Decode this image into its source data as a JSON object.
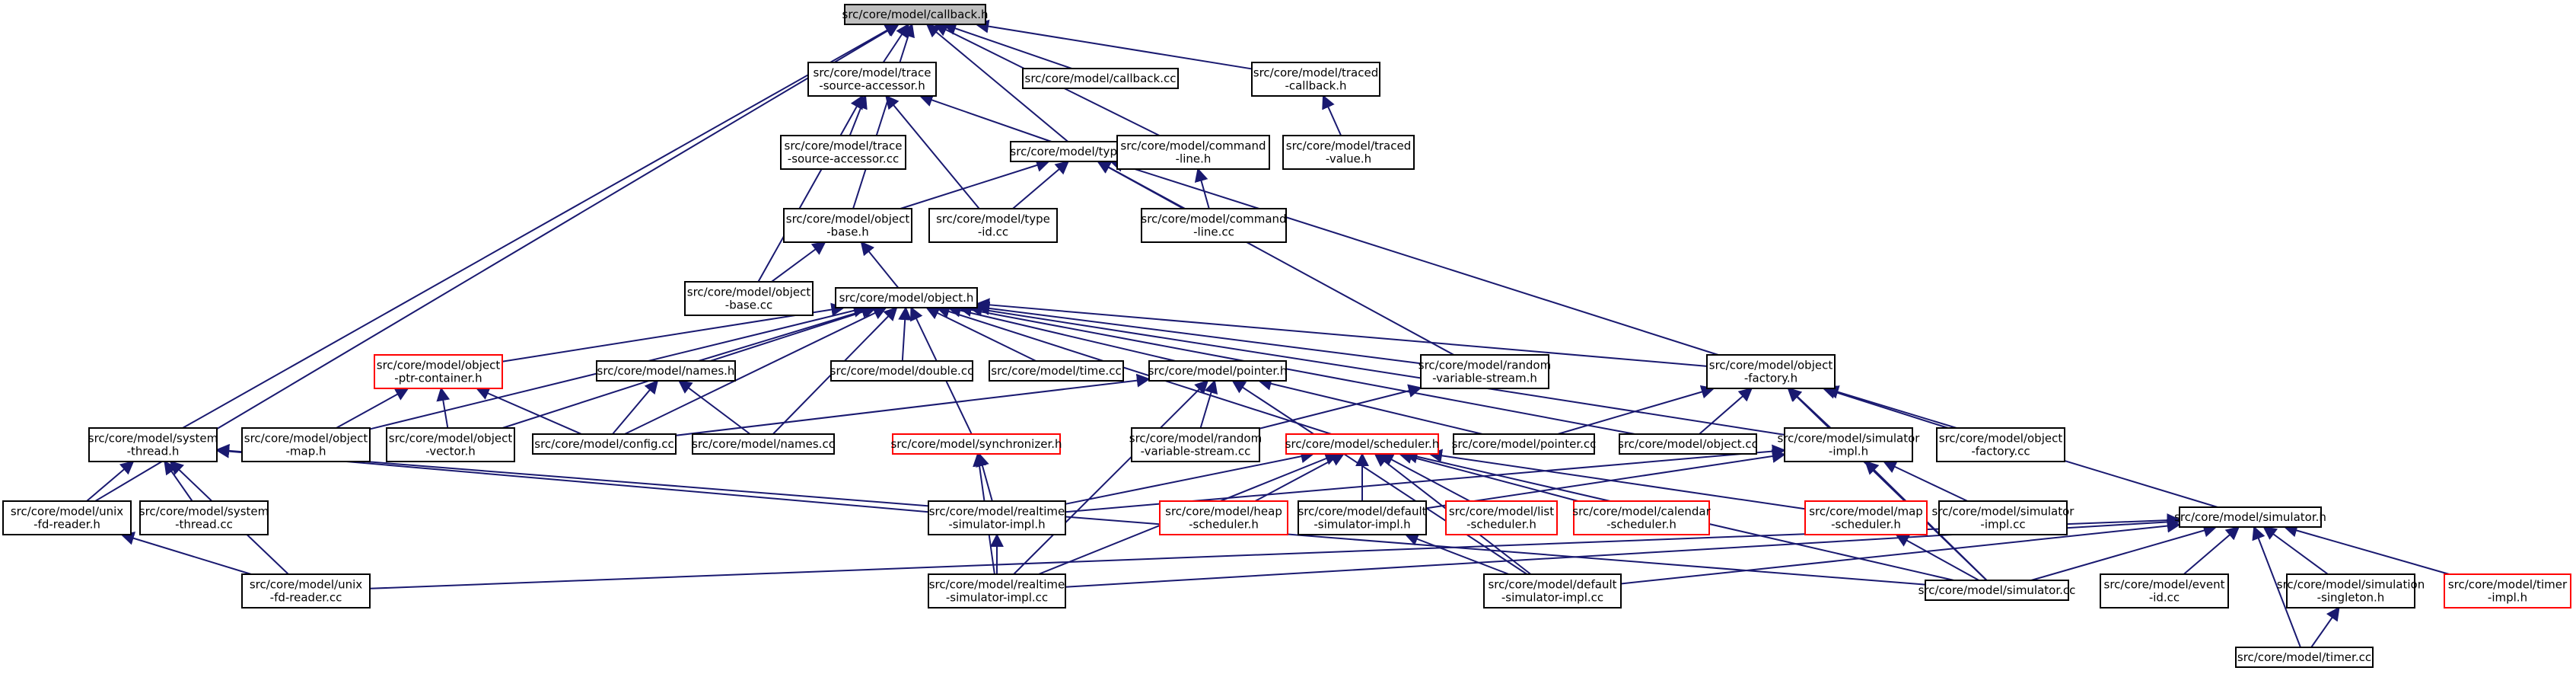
{
  "diagram": {
    "colors": {
      "edge": "#191970",
      "node_border": "#000000",
      "incomplete_node_border": "#ff0000",
      "focus_node_fill": "#bfbfbf",
      "node_fill": "#ffffff"
    },
    "nodes": [
      {
        "id": "callback_h",
        "lines": [
          "src/core/model/callback.h"
        ],
        "focus": true
      },
      {
        "id": "trace_source_accessor_h",
        "lines": [
          "src/core/model/trace",
          "-source-accessor.h"
        ]
      },
      {
        "id": "callback_cc",
        "lines": [
          "src/core/model/callback.cc"
        ]
      },
      {
        "id": "traced_callback_h",
        "lines": [
          "src/core/model/traced",
          "-callback.h"
        ]
      },
      {
        "id": "trace_source_accessor_cc",
        "lines": [
          "src/core/model/trace",
          "-source-accessor.cc"
        ]
      },
      {
        "id": "type_id_h",
        "lines": [
          "src/core/model/type-id.h"
        ]
      },
      {
        "id": "command_line_h",
        "lines": [
          "src/core/model/command",
          "-line.h"
        ]
      },
      {
        "id": "traced_value_h",
        "lines": [
          "src/core/model/traced",
          "-value.h"
        ]
      },
      {
        "id": "object_base_h",
        "lines": [
          "src/core/model/object",
          "-base.h"
        ]
      },
      {
        "id": "type_id_cc",
        "lines": [
          "src/core/model/type",
          "-id.cc"
        ]
      },
      {
        "id": "command_line_cc",
        "lines": [
          "src/core/model/command",
          "-line.cc"
        ]
      },
      {
        "id": "object_base_cc",
        "lines": [
          "src/core/model/object",
          "-base.cc"
        ]
      },
      {
        "id": "object_h",
        "lines": [
          "src/core/model/object.h"
        ]
      },
      {
        "id": "object_ptr_container_h",
        "lines": [
          "src/core/model/object",
          "-ptr-container.h"
        ],
        "incomplete": true
      },
      {
        "id": "names_h",
        "lines": [
          "src/core/model/names.h"
        ]
      },
      {
        "id": "double_cc",
        "lines": [
          "src/core/model/double.cc"
        ]
      },
      {
        "id": "time_cc",
        "lines": [
          "src/core/model/time.cc"
        ]
      },
      {
        "id": "pointer_h",
        "lines": [
          "src/core/model/pointer.h"
        ]
      },
      {
        "id": "random_variable_stream_h",
        "lines": [
          "src/core/model/random",
          "-variable-stream.h"
        ]
      },
      {
        "id": "object_factory_h",
        "lines": [
          "src/core/model/object",
          "-factory.h"
        ]
      },
      {
        "id": "system_thread_h",
        "lines": [
          "src/core/model/system",
          "-thread.h"
        ]
      },
      {
        "id": "object_map_h",
        "lines": [
          "src/core/model/object",
          "-map.h"
        ]
      },
      {
        "id": "object_vector_h",
        "lines": [
          "src/core/model/object",
          "-vector.h"
        ]
      },
      {
        "id": "config_cc",
        "lines": [
          "src/core/model/config.cc"
        ]
      },
      {
        "id": "names_cc",
        "lines": [
          "src/core/model/names.cc"
        ]
      },
      {
        "id": "synchronizer_h",
        "lines": [
          "src/core/model/synchronizer.h"
        ],
        "incomplete": true
      },
      {
        "id": "random_variable_stream_cc",
        "lines": [
          "src/core/model/random",
          "-variable-stream.cc"
        ]
      },
      {
        "id": "scheduler_h",
        "lines": [
          "src/core/model/scheduler.h"
        ],
        "incomplete": true
      },
      {
        "id": "pointer_cc",
        "lines": [
          "src/core/model/pointer.cc"
        ]
      },
      {
        "id": "object_cc",
        "lines": [
          "src/core/model/object.cc"
        ]
      },
      {
        "id": "simulator_impl_h",
        "lines": [
          "src/core/model/simulator",
          "-impl.h"
        ]
      },
      {
        "id": "object_factory_cc",
        "lines": [
          "src/core/model/object",
          "-factory.cc"
        ]
      },
      {
        "id": "unix_fd_reader_h",
        "lines": [
          "src/core/model/unix",
          "-fd-reader.h"
        ]
      },
      {
        "id": "system_thread_cc",
        "lines": [
          "src/core/model/system",
          "-thread.cc"
        ]
      },
      {
        "id": "realtime_simulator_impl_h",
        "lines": [
          "src/core/model/realtime",
          "-simulator-impl.h"
        ]
      },
      {
        "id": "heap_scheduler_h",
        "lines": [
          "src/core/model/heap",
          "-scheduler.h"
        ],
        "incomplete": true
      },
      {
        "id": "default_simulator_impl_h",
        "lines": [
          "src/core/model/default",
          "-simulator-impl.h"
        ]
      },
      {
        "id": "list_scheduler_h",
        "lines": [
          "src/core/model/list",
          "-scheduler.h"
        ],
        "incomplete": true
      },
      {
        "id": "calendar_scheduler_h",
        "lines": [
          "src/core/model/calendar",
          "-scheduler.h"
        ],
        "incomplete": true
      },
      {
        "id": "map_scheduler_h",
        "lines": [
          "src/core/model/map",
          "-scheduler.h"
        ],
        "incomplete": true
      },
      {
        "id": "simulator_impl_cc",
        "lines": [
          "src/core/model/simulator",
          "-impl.cc"
        ]
      },
      {
        "id": "simulator_h",
        "lines": [
          "src/core/model/simulator.h"
        ]
      },
      {
        "id": "unix_fd_reader_cc",
        "lines": [
          "src/core/model/unix",
          "-fd-reader.cc"
        ]
      },
      {
        "id": "realtime_simulator_impl_cc",
        "lines": [
          "src/core/model/realtime",
          "-simulator-impl.cc"
        ]
      },
      {
        "id": "default_simulator_impl_cc",
        "lines": [
          "src/core/model/default",
          "-simulator-impl.cc"
        ]
      },
      {
        "id": "simulator_cc",
        "lines": [
          "src/core/model/simulator.cc"
        ]
      },
      {
        "id": "event_id_cc",
        "lines": [
          "src/core/model/event",
          "-id.cc"
        ]
      },
      {
        "id": "simulation_singleton_h",
        "lines": [
          "src/core/model/simulation",
          "-singleton.h"
        ]
      },
      {
        "id": "timer_impl_h",
        "lines": [
          "src/core/model/timer",
          "-impl.h"
        ],
        "incomplete": true
      },
      {
        "id": "timer_cc",
        "lines": [
          "src/core/model/timer.cc"
        ]
      }
    ],
    "edges": [
      [
        "trace_source_accessor_h",
        "callback_h"
      ],
      [
        "callback_cc",
        "callback_h"
      ],
      [
        "traced_callback_h",
        "callback_h"
      ],
      [
        "type_id_h",
        "callback_h"
      ],
      [
        "command_line_h",
        "callback_h"
      ],
      [
        "object_base_h",
        "callback_h"
      ],
      [
        "system_thread_h",
        "callback_h"
      ],
      [
        "unix_fd_reader_h",
        "callback_h"
      ],
      [
        "trace_source_accessor_cc",
        "trace_source_accessor_h"
      ],
      [
        "type_id_h",
        "trace_source_accessor_h"
      ],
      [
        "type_id_cc",
        "trace_source_accessor_h"
      ],
      [
        "object_base_cc",
        "trace_source_accessor_h"
      ],
      [
        "traced_value_h",
        "traced_callback_h"
      ],
      [
        "object_base_h",
        "type_id_h"
      ],
      [
        "type_id_cc",
        "type_id_h"
      ],
      [
        "command_line_cc",
        "type_id_h"
      ],
      [
        "object_factory_h",
        "type_id_h"
      ],
      [
        "random_variable_stream_h",
        "type_id_h"
      ],
      [
        "command_line_cc",
        "command_line_h"
      ],
      [
        "object_base_cc",
        "object_base_h"
      ],
      [
        "object_h",
        "object_base_h"
      ],
      [
        "object_ptr_container_h",
        "object_h"
      ],
      [
        "names_h",
        "object_h"
      ],
      [
        "double_cc",
        "object_h"
      ],
      [
        "time_cc",
        "object_h"
      ],
      [
        "pointer_h",
        "object_h"
      ],
      [
        "random_variable_stream_h",
        "object_h"
      ],
      [
        "object_factory_h",
        "object_h"
      ],
      [
        "object_map_h",
        "object_h"
      ],
      [
        "object_vector_h",
        "object_h"
      ],
      [
        "config_cc",
        "object_h"
      ],
      [
        "names_cc",
        "object_h"
      ],
      [
        "synchronizer_h",
        "object_h"
      ],
      [
        "scheduler_h",
        "object_h"
      ],
      [
        "object_cc",
        "object_h"
      ],
      [
        "simulator_impl_h",
        "object_h"
      ],
      [
        "object_map_h",
        "object_ptr_container_h"
      ],
      [
        "object_vector_h",
        "object_ptr_container_h"
      ],
      [
        "config_cc",
        "object_ptr_container_h"
      ],
      [
        "config_cc",
        "names_h"
      ],
      [
        "names_cc",
        "names_h"
      ],
      [
        "config_cc",
        "pointer_h"
      ],
      [
        "random_variable_stream_cc",
        "pointer_h"
      ],
      [
        "pointer_cc",
        "pointer_h"
      ],
      [
        "realtime_simulator_impl_cc",
        "pointer_h"
      ],
      [
        "default_simulator_impl_cc",
        "pointer_h"
      ],
      [
        "random_variable_stream_cc",
        "random_variable_stream_h"
      ],
      [
        "pointer_cc",
        "object_factory_h"
      ],
      [
        "object_cc",
        "object_factory_h"
      ],
      [
        "simulator_impl_h",
        "object_factory_h"
      ],
      [
        "object_factory_cc",
        "object_factory_h"
      ],
      [
        "simulator_h",
        "object_factory_h"
      ],
      [
        "simulator_cc",
        "object_factory_h"
      ],
      [
        "unix_fd_reader_h",
        "system_thread_h"
      ],
      [
        "system_thread_cc",
        "system_thread_h"
      ],
      [
        "realtime_simulator_impl_h",
        "system_thread_h"
      ],
      [
        "unix_fd_reader_cc",
        "system_thread_h"
      ],
      [
        "simulator_cc",
        "system_thread_h"
      ],
      [
        "realtime_simulator_impl_h",
        "synchronizer_h"
      ],
      [
        "realtime_simulator_impl_cc",
        "synchronizer_h"
      ],
      [
        "realtime_simulator_impl_h",
        "scheduler_h"
      ],
      [
        "heap_scheduler_h",
        "scheduler_h"
      ],
      [
        "default_simulator_impl_h",
        "scheduler_h"
      ],
      [
        "list_scheduler_h",
        "scheduler_h"
      ],
      [
        "calendar_scheduler_h",
        "scheduler_h"
      ],
      [
        "map_scheduler_h",
        "scheduler_h"
      ],
      [
        "simulator_cc",
        "scheduler_h"
      ],
      [
        "realtime_simulator_impl_cc",
        "scheduler_h"
      ],
      [
        "default_simulator_impl_cc",
        "scheduler_h"
      ],
      [
        "realtime_simulator_impl_h",
        "simulator_impl_h"
      ],
      [
        "default_simulator_impl_h",
        "simulator_impl_h"
      ],
      [
        "simulator_impl_cc",
        "simulator_impl_h"
      ],
      [
        "simulator_cc",
        "simulator_impl_h"
      ],
      [
        "unix_fd_reader_cc",
        "unix_fd_reader_h"
      ],
      [
        "realtime_simulator_impl_cc",
        "realtime_simulator_impl_h"
      ],
      [
        "default_simulator_impl_cc",
        "default_simulator_impl_h"
      ],
      [
        "simulator_cc",
        "map_scheduler_h"
      ],
      [
        "unix_fd_reader_cc",
        "simulator_h"
      ],
      [
        "realtime_simulator_impl_cc",
        "simulator_h"
      ],
      [
        "default_simulator_impl_cc",
        "simulator_h"
      ],
      [
        "simulator_cc",
        "simulator_h"
      ],
      [
        "event_id_cc",
        "simulator_h"
      ],
      [
        "simulation_singleton_h",
        "simulator_h"
      ],
      [
        "timer_impl_h",
        "simulator_h"
      ],
      [
        "timer_cc",
        "simulator_h"
      ],
      [
        "timer_cc",
        "simulation_singleton_h"
      ]
    ]
  }
}
